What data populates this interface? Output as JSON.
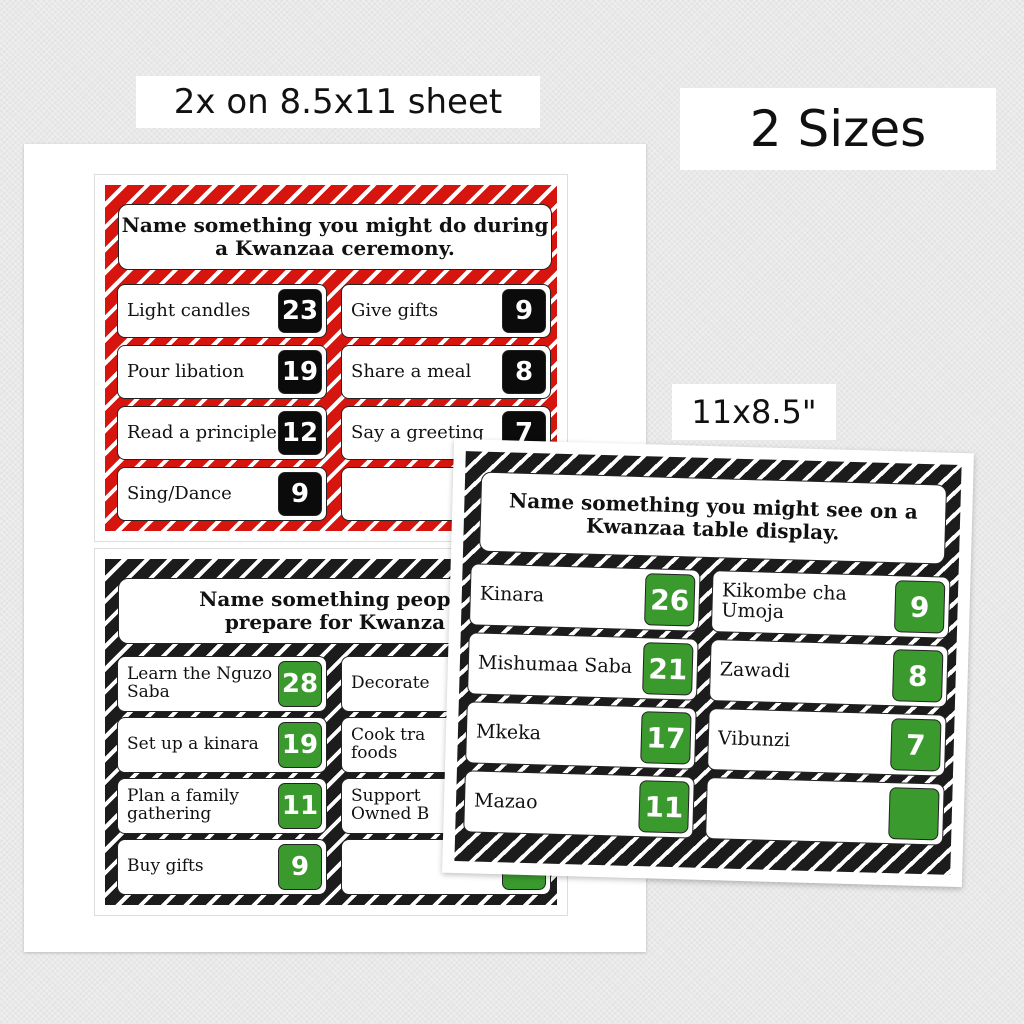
{
  "labels": {
    "sheet": "2x on 8.5x11 sheet",
    "sizes": "2 Sizes",
    "landscape": "11x8.5\""
  },
  "cards": {
    "ceremony": {
      "question": "Name something you might do during a Kwanzaa ceremony.",
      "answers": [
        {
          "text": "Light candles",
          "points": "23"
        },
        {
          "text": "Give gifts",
          "points": "9"
        },
        {
          "text": "Pour libation",
          "points": "19"
        },
        {
          "text": "Share a meal",
          "points": "8"
        },
        {
          "text": "Read a principle",
          "points": "12"
        },
        {
          "text": "Say a greeting",
          "points": "7"
        },
        {
          "text": "Sing/Dance",
          "points": "9"
        },
        {
          "text": "",
          "points": ""
        }
      ]
    },
    "prepare": {
      "question": "Name something people might do to prepare for Kwanzaa.",
      "question_visible": "Name something people\nprepare for Kwanza",
      "answers": [
        {
          "text": "Learn the Nguzo Saba",
          "points": "28"
        },
        {
          "text": "Decorate",
          "points": ""
        },
        {
          "text": "Set up a kinara",
          "points": "19"
        },
        {
          "text": "Cook tra foods",
          "points": ""
        },
        {
          "text": "Plan a family gathering",
          "points": "11"
        },
        {
          "text": "Support Owned B",
          "points": ""
        },
        {
          "text": "Buy gifts",
          "points": "9"
        },
        {
          "text": "",
          "points": ""
        }
      ]
    },
    "table_display": {
      "question": "Name something you might see on a Kwanzaa table display.",
      "answers": [
        {
          "text": "Kinara",
          "points": "26"
        },
        {
          "text": "Kikombe cha Umoja",
          "points": "9"
        },
        {
          "text": "Mishumaa Saba",
          "points": "21"
        },
        {
          "text": "Zawadi",
          "points": "8"
        },
        {
          "text": "Mkeka",
          "points": "17"
        },
        {
          "text": "Vibunzi",
          "points": "7"
        },
        {
          "text": "Mazao",
          "points": "11"
        },
        {
          "text": "",
          "points": ""
        }
      ]
    }
  },
  "colors": {
    "red": "#d6150f",
    "black": "#1c1c1c",
    "green": "#3b9a2e"
  }
}
